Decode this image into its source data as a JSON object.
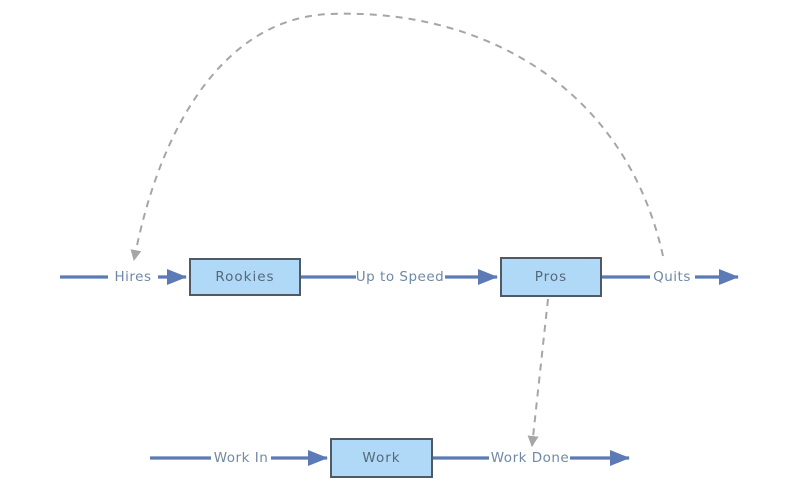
{
  "diagram": {
    "type": "stock-and-flow",
    "stocks": [
      {
        "id": "rookies",
        "label": "Rookies"
      },
      {
        "id": "pros",
        "label": "Pros"
      },
      {
        "id": "work",
        "label": "Work"
      }
    ],
    "flow_labels": [
      {
        "id": "hires",
        "label": "Hires"
      },
      {
        "id": "up-to-speed",
        "label": "Up to Speed"
      },
      {
        "id": "quits",
        "label": "Quits"
      },
      {
        "id": "work-in",
        "label": "Work In"
      },
      {
        "id": "work-done",
        "label": "Work Done"
      }
    ],
    "links": [
      {
        "id": "feedback-quits-to-hires",
        "style": "dashed",
        "from": "Quits",
        "to": "Hires"
      },
      {
        "id": "influence-pros-to-work-done",
        "style": "dashed",
        "from": "Pros",
        "to": "Work Done"
      }
    ]
  },
  "colors": {
    "flow-line": "#5b7ab6",
    "box-fill": "#b0d9f7",
    "box-border": "#4f5a66",
    "dash-gray": "#a6a6a6",
    "label-text": "#7088a6",
    "stock-text": "#56687a",
    "bg": "#ffffff"
  }
}
